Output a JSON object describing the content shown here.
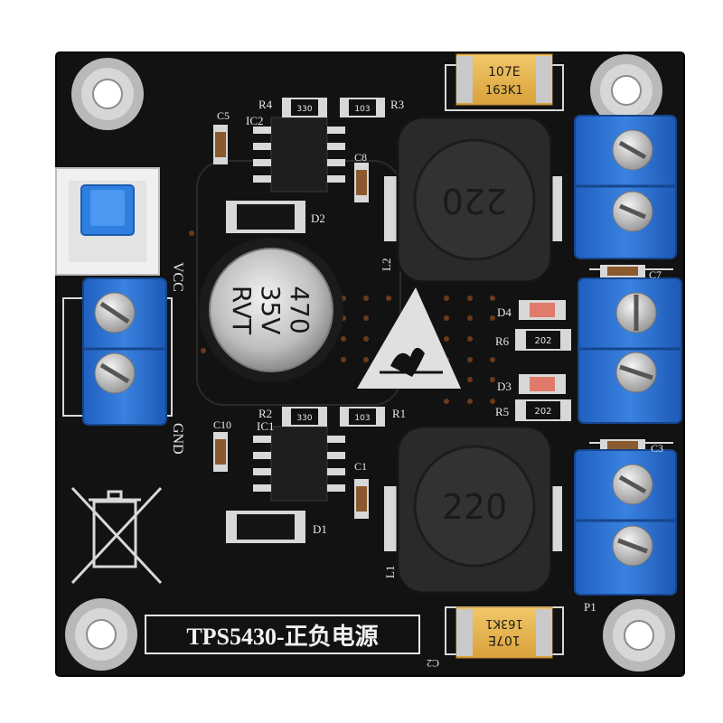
{
  "board": {
    "title": "TPS5430-正负电源",
    "vcc_label": "VCC",
    "gnd_label": "GND"
  },
  "inductors": {
    "top": "220",
    "bottom": "220"
  },
  "electrolytic_cap": {
    "value": "470",
    "voltage": "35V",
    "series": "RVT"
  },
  "tantalum_caps": {
    "top": {
      "line1": "107E",
      "line2": "163K1"
    },
    "bottom": {
      "line1": "107E",
      "line2": "163K1"
    }
  },
  "resistor_codes": {
    "r4": "330",
    "r3": "103",
    "r2": "330",
    "r1": "103",
    "r6": "202",
    "r5": "202"
  },
  "silkscreen": {
    "c5": "C5",
    "ic2": "IC2",
    "r4": "R4",
    "r3": "R3",
    "c8": "C8",
    "d2": "D2",
    "l2": "L2",
    "d4": "D4",
    "r6": "R6",
    "d3": "D3",
    "r5": "R5",
    "r2": "R2",
    "ic1": "IC1",
    "r1": "R1",
    "c10": "C10",
    "c1": "C1",
    "d1": "D1",
    "l1": "L1",
    "c3": "C3",
    "p1": "P1",
    "c2": "C2",
    "c7": "C7"
  },
  "colors": {
    "pcb": "#121212",
    "terminal_blue": "#2a6fd0",
    "tantalum": "#e8b64a",
    "inductor": "#2b2b2b",
    "silkscreen": "#e8e8e8"
  },
  "icons": [
    "esd-warning-icon",
    "weee-crossed-bin-icon"
  ]
}
